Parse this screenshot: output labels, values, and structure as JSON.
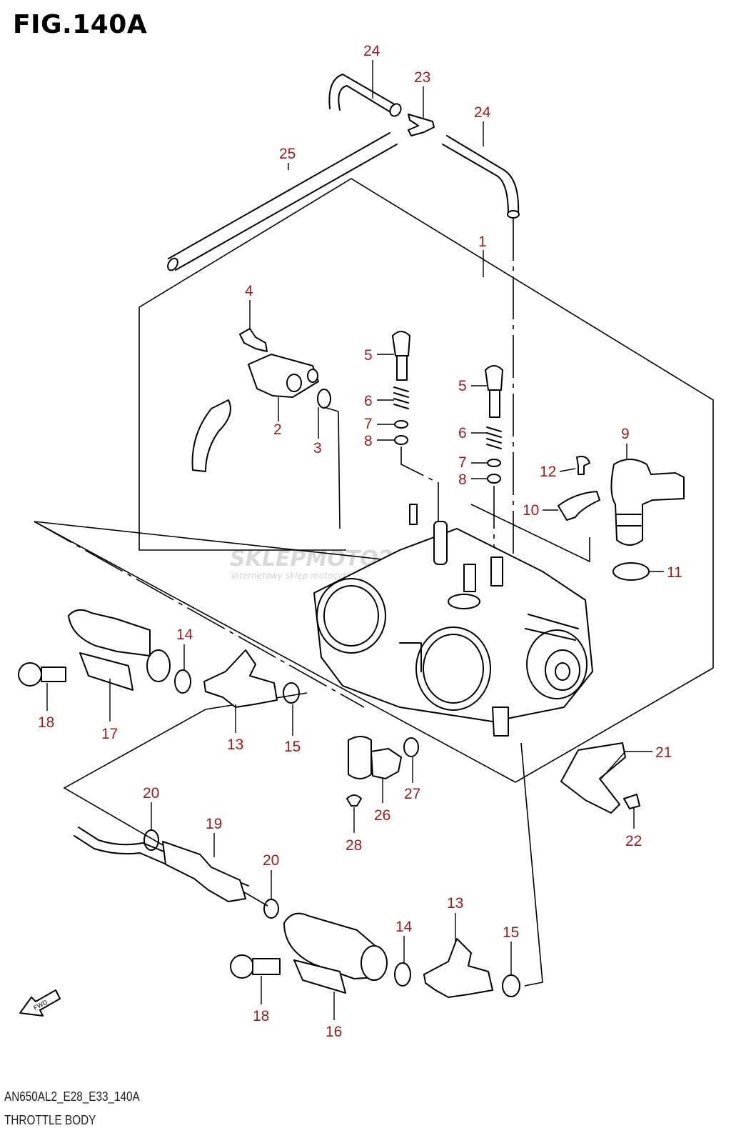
{
  "figure": {
    "title": "FIG.140A",
    "code": "AN650AL2_E28_E33_140A",
    "name": "THROTTLE BODY"
  },
  "watermark": {
    "brand": "SKLEPMOTO24.PL",
    "tagline": "internetowy sklep motocyklowy"
  },
  "fwd_label": "FWD",
  "callouts": [
    {
      "id": "c24a",
      "text": "24"
    },
    {
      "id": "c23",
      "text": "23"
    },
    {
      "id": "c24b",
      "text": "24"
    },
    {
      "id": "c25",
      "text": "25"
    },
    {
      "id": "c1",
      "text": "1"
    },
    {
      "id": "c4",
      "text": "4"
    },
    {
      "id": "c2",
      "text": "2"
    },
    {
      "id": "c3",
      "text": "3"
    },
    {
      "id": "c5a",
      "text": "5"
    },
    {
      "id": "c6a",
      "text": "6"
    },
    {
      "id": "c7a",
      "text": "7"
    },
    {
      "id": "c8a",
      "text": "8"
    },
    {
      "id": "c5b",
      "text": "5"
    },
    {
      "id": "c6b",
      "text": "6"
    },
    {
      "id": "c7b",
      "text": "7"
    },
    {
      "id": "c8b",
      "text": "8"
    },
    {
      "id": "c9",
      "text": "9"
    },
    {
      "id": "c12",
      "text": "12"
    },
    {
      "id": "c10",
      "text": "10"
    },
    {
      "id": "c11",
      "text": "11"
    },
    {
      "id": "c14a",
      "text": "14"
    },
    {
      "id": "c18a",
      "text": "18"
    },
    {
      "id": "c17",
      "text": "17"
    },
    {
      "id": "c13a",
      "text": "13"
    },
    {
      "id": "c15a",
      "text": "15"
    },
    {
      "id": "c21",
      "text": "21"
    },
    {
      "id": "c22",
      "text": "22"
    },
    {
      "id": "c27",
      "text": "27"
    },
    {
      "id": "c26",
      "text": "26"
    },
    {
      "id": "c28",
      "text": "28"
    },
    {
      "id": "c20a",
      "text": "20"
    },
    {
      "id": "c19",
      "text": "19"
    },
    {
      "id": "c20b",
      "text": "20"
    },
    {
      "id": "c13b",
      "text": "13"
    },
    {
      "id": "c14b",
      "text": "14"
    },
    {
      "id": "c15b",
      "text": "15"
    },
    {
      "id": "c18b",
      "text": "18"
    },
    {
      "id": "c16",
      "text": "16"
    }
  ]
}
